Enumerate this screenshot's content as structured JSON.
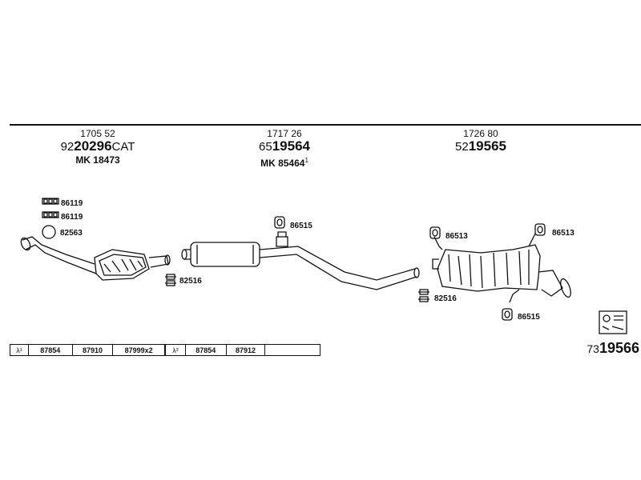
{
  "groups": [
    {
      "code": "1705 52",
      "prefix": "92",
      "part": "20296",
      "suffix": "CAT",
      "mk": "MK  18473",
      "mk_sup": ""
    },
    {
      "code": "1717 26",
      "prefix": "65",
      "part": "19564",
      "suffix": "",
      "mk": "MK  85464",
      "mk_sup": "1"
    },
    {
      "code": "1726 80",
      "prefix": "52",
      "part": "19565",
      "suffix": "",
      "mk": "",
      "mk_sup": ""
    }
  ],
  "labels": {
    "l86119a": "86119",
    "l86119b": "86119",
    "l82563": "82563",
    "l82516a": "82516",
    "l86515a": "86515",
    "l86513a": "86513",
    "l86513b": "86513",
    "l82516b": "82516",
    "l86515b": "86515"
  },
  "lambda1": {
    "sym": "λ¹",
    "cells": [
      "87854",
      "87910",
      "87999x2"
    ]
  },
  "lambda2": {
    "sym": "λ²",
    "cells": [
      "87854",
      "87912"
    ]
  },
  "bottom": {
    "prefix": "73",
    "part": "19566"
  }
}
